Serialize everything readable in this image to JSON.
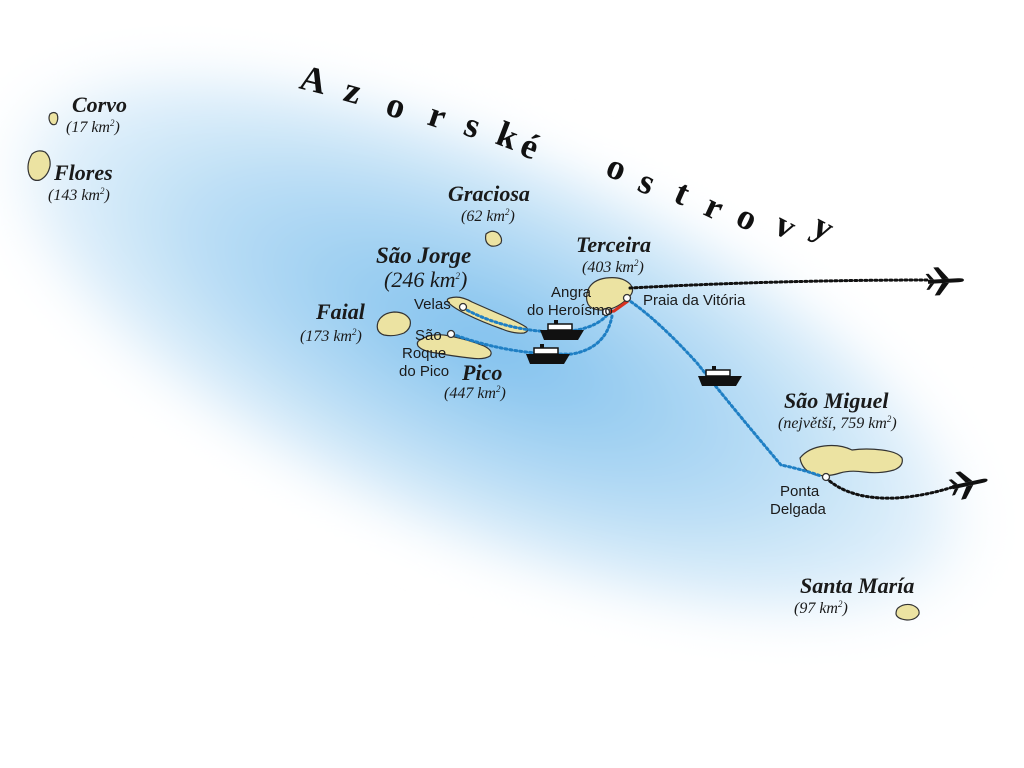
{
  "map": {
    "title_text": "Azorské ostrovy",
    "title_letters_line1": [
      "A",
      "z",
      "o",
      "r",
      "s",
      "k",
      "é"
    ],
    "title_letters_line2": [
      "o",
      "s",
      "t",
      "r",
      "o",
      "v",
      "y"
    ],
    "colors": {
      "sea": "#cfe6f7",
      "sea_center": "#8cc6ef",
      "island_fill": "#ece3a2",
      "ferry_route": "#1f7fc4",
      "flight_route": "#111111",
      "road": "#d8321f"
    },
    "islands": [
      {
        "id": "corvo",
        "name": "Corvo",
        "area": "(17 km",
        "unit_sup": "2",
        "close": ")"
      },
      {
        "id": "flores",
        "name": "Flores",
        "area": "(143 km",
        "unit_sup": "2",
        "close": ")"
      },
      {
        "id": "graciosa",
        "name": "Graciosa",
        "area": "(62 km",
        "unit_sup": "2",
        "close": ")"
      },
      {
        "id": "sao-jorge",
        "name": "São Jorge",
        "area": "(246 km",
        "unit_sup": "2",
        "close": ")"
      },
      {
        "id": "terceira",
        "name": "Terceira",
        "area": "(403 km",
        "unit_sup": "2",
        "close": ")"
      },
      {
        "id": "faial",
        "name": "Faial",
        "area": "(173 km",
        "unit_sup": "2",
        "close": ")"
      },
      {
        "id": "pico",
        "name": "Pico",
        "area": "(447 km",
        "unit_sup": "2",
        "close": ")"
      },
      {
        "id": "sao-miguel",
        "name": "São Miguel",
        "area": "(největší, 759 km",
        "unit_sup": "2",
        "close": ")"
      },
      {
        "id": "santa-maria",
        "name": "Santa María",
        "area": "(97 km",
        "unit_sup": "2",
        "close": ")"
      }
    ],
    "towns": {
      "velas": "Velas",
      "angra_1": "Angra",
      "angra_2": "do Heroísmo",
      "praia": "Praia da Vitória",
      "sao_roque_1": "São",
      "sao_roque_2": "Roque",
      "sao_roque_3": "do Pico",
      "ponta_1": "Ponta",
      "ponta_2": "Delgada"
    },
    "icons": [
      "ferry-icon",
      "airplane-icon"
    ]
  }
}
